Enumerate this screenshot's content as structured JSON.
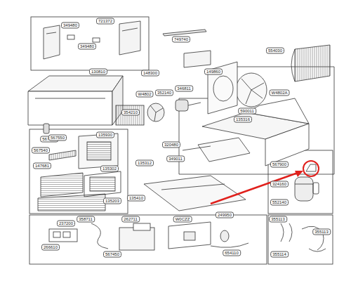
{
  "diagram": {
    "labels": [
      "349480",
      "721372",
      "349480",
      "749740",
      "554030",
      "130810",
      "148300",
      "149860",
      "W4802",
      "352140",
      "346811",
      "590011",
      "W4802A",
      "354210",
      "567110",
      "320480",
      "135316",
      "349011",
      "567550",
      "135930",
      "567540",
      "147681",
      "135302",
      "135203",
      "135312",
      "135410",
      "249950",
      "567900",
      "324160",
      "552140",
      "237200",
      "266610",
      "358711",
      "262711",
      "567450",
      "W0CZZ",
      "654110",
      "355113",
      "355113",
      "355114"
    ]
  }
}
